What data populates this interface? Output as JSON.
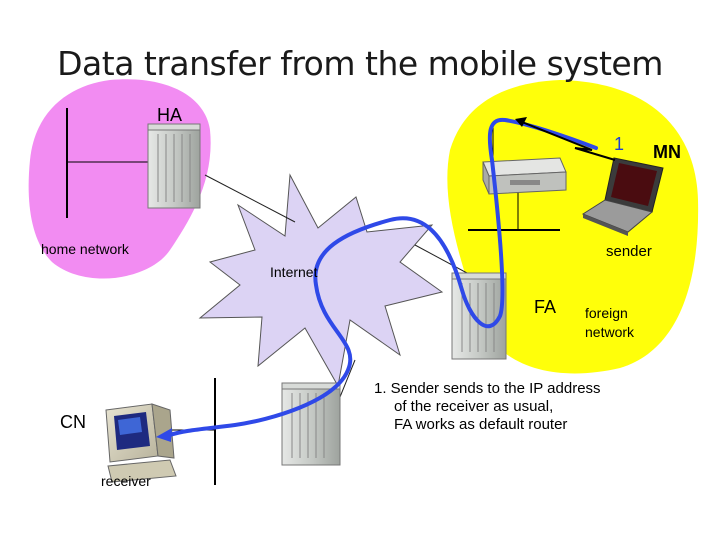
{
  "title": "Data transfer from the mobile system",
  "labels": {
    "ha": "HA",
    "mn": "MN",
    "home_network": "home network",
    "sender": "sender",
    "internet": "Internet",
    "fa": "FA",
    "foreign_network_line1": "foreign",
    "foreign_network_line2": "network",
    "cn": "CN",
    "receiver": "receiver",
    "step_number": "1"
  },
  "note": {
    "line1": "1. Sender sends to the IP address",
    "line2": "of the receiver as usual,",
    "line3": "FA works as default router"
  },
  "colors": {
    "home_network": "#f28cf2",
    "foreign_network": "#ffff0a",
    "internet_cloud": "#dcd3f4",
    "data_path": "#2f49e8",
    "router_body": "#c9ccc9"
  }
}
